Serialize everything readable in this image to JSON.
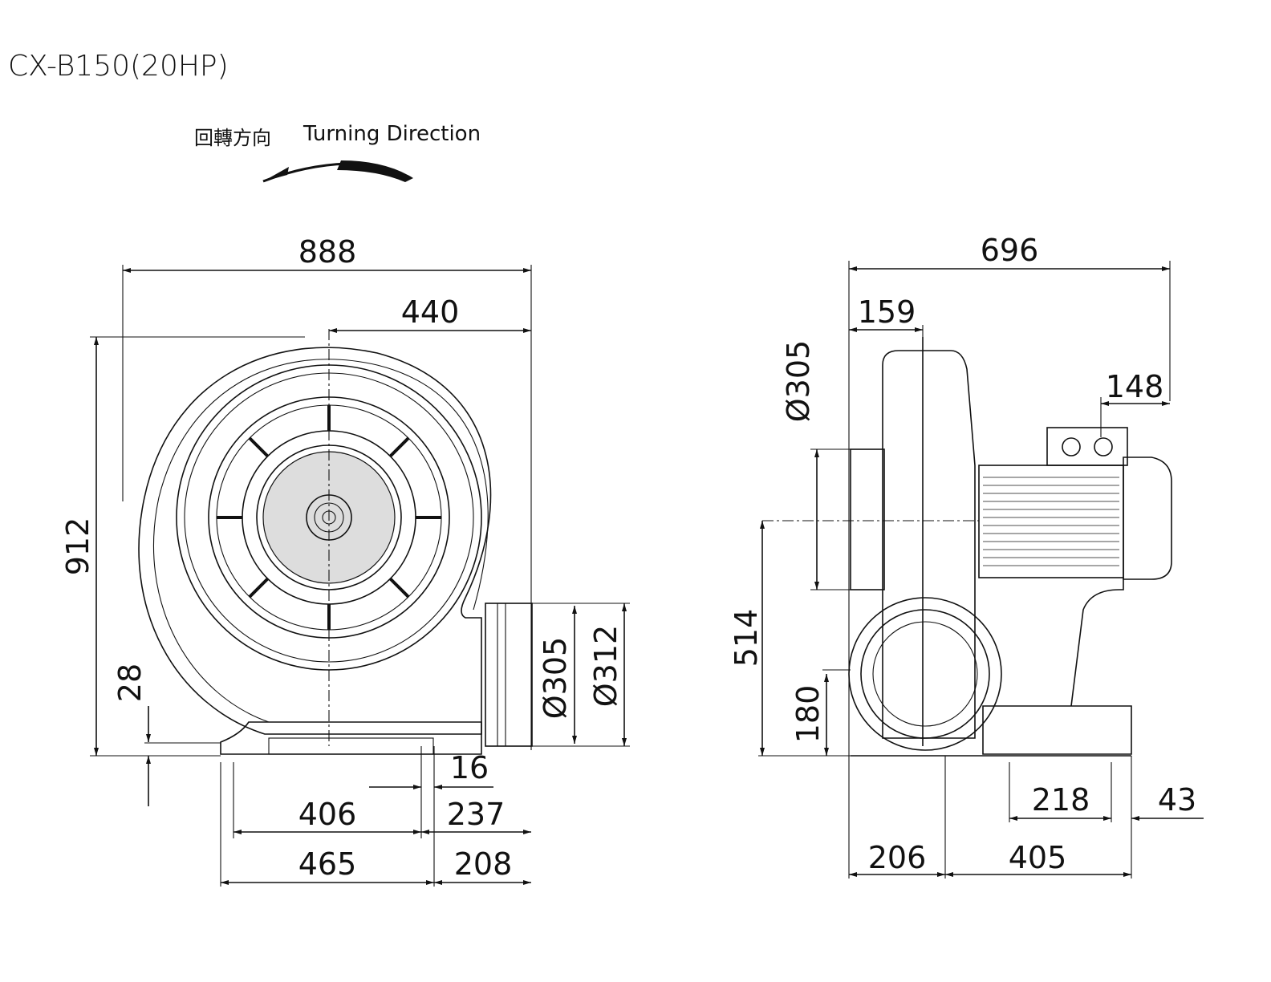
{
  "title": "CX-B150(20HP)",
  "turning_direction": {
    "label_cn": "回轉方向",
    "label_en": "Turning Direction"
  },
  "front_view": {
    "dims": {
      "overall_width": "888",
      "center_to_outlet": "440",
      "overall_height": "912",
      "base_plate": "28",
      "outlet_inner_dia": "305",
      "outlet_outer_dia": "312",
      "bolt_gap": "16",
      "base_left": "406",
      "base_right": "237",
      "foot_left": "465",
      "foot_right": "208"
    }
  },
  "side_view": {
    "dims": {
      "overall_depth": "696",
      "inlet_offset": "159",
      "terminal_box": "148",
      "inlet_dia": "305",
      "shaft_height": "514",
      "outlet_height": "180",
      "base_left": "206",
      "base_right": "405",
      "motor_foot": "218",
      "motor_edge": "43"
    }
  },
  "diameter_symbol": "Ø"
}
